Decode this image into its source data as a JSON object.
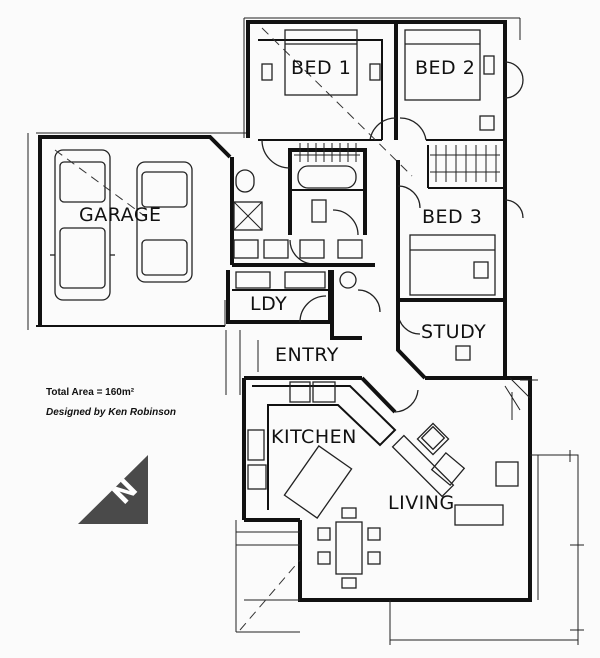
{
  "plan": {
    "rooms": {
      "bed1": "BED 1",
      "bed2": "BED 2",
      "bed3": "BED 3",
      "garage": "GARAGE",
      "ldy": "LDY",
      "study": "STUDY",
      "entry": "ENTRY",
      "kitchen": "KITCHEN",
      "living": "LIVING"
    },
    "total_area": "Total Area  =  160m²",
    "designer": "Designed by Ken Robinson",
    "north_letter": "N"
  },
  "icons": {
    "north_arrow": "north-arrow-icon"
  },
  "colors": {
    "line": "#111111",
    "background": "#fbfbfb"
  }
}
